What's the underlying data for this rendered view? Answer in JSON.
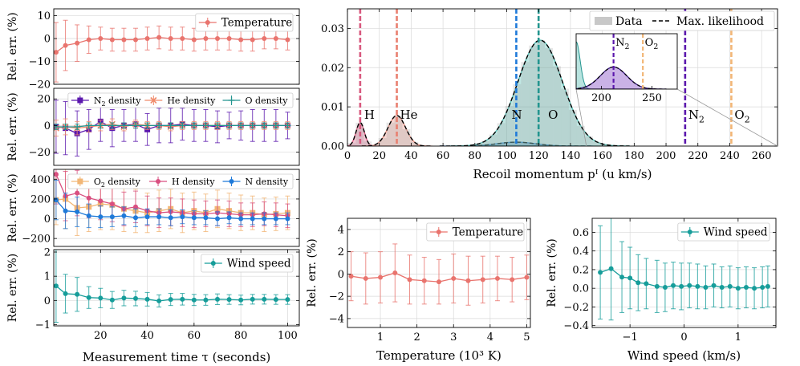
{
  "chart_data": [
    {
      "id": "left1",
      "type": "line",
      "ylabel": "Rel. err. (%)",
      "ylim": [
        -20,
        13
      ],
      "xlim": [
        0,
        105
      ],
      "yticks": [
        10,
        0,
        -10,
        -20
      ],
      "show_xticklabels": false,
      "legend_position": "top-right",
      "series": [
        {
          "name": "Temperature",
          "color": "#e9746e",
          "marker": "circle",
          "x": [
            1,
            5,
            10,
            15,
            20,
            25,
            30,
            35,
            40,
            45,
            50,
            55,
            60,
            65,
            70,
            75,
            80,
            85,
            90,
            95,
            100
          ],
          "y": [
            -6,
            -3,
            -2,
            -0.5,
            0,
            -0.5,
            -0.5,
            -0.5,
            0,
            0.5,
            0,
            0,
            -0.5,
            0,
            0,
            0,
            -0.5,
            -0.5,
            0,
            0,
            -0.5
          ],
          "err": [
            13,
            11,
            8,
            6,
            5,
            5,
            5,
            5,
            5,
            5,
            5,
            5,
            5,
            5,
            5,
            5,
            5,
            5,
            4.5,
            4.5,
            4.5
          ]
        }
      ]
    },
    {
      "id": "left2",
      "type": "line",
      "ylabel": "Rel. err. (%)",
      "ylim": [
        -30,
        28
      ],
      "xlim": [
        0,
        105
      ],
      "yticks": [
        20,
        0,
        -20
      ],
      "show_xticklabels": false,
      "legend_position": "top-right",
      "series": [
        {
          "name": "N2 density",
          "label_base": "N",
          "label_sub": "2",
          "label_rest": " density",
          "color": "#5b17ad",
          "marker": "square",
          "x": [
            1,
            5,
            10,
            15,
            20,
            25,
            30,
            35,
            40,
            45,
            50,
            55,
            60,
            65,
            70,
            75,
            80,
            85,
            90,
            95,
            100
          ],
          "y": [
            -1,
            -2,
            -6,
            -3,
            3,
            -2,
            0,
            1,
            -3,
            0,
            0,
            1,
            0,
            0,
            -1,
            0,
            0,
            0,
            0,
            0,
            0
          ],
          "err": [
            20,
            20,
            17,
            15,
            15,
            14,
            12,
            13,
            12,
            13,
            13,
            12,
            12,
            12,
            12,
            10,
            11,
            12,
            12,
            12,
            10
          ]
        },
        {
          "name": "He density",
          "label_base": "He density",
          "color": "#f08a6a",
          "marker": "cross",
          "x": [
            1,
            5,
            10,
            15,
            20,
            25,
            30,
            35,
            40,
            45,
            50,
            55,
            60,
            65,
            70,
            75,
            80,
            85,
            90,
            95,
            100
          ],
          "y": [
            -2,
            -1,
            -2,
            -1,
            0,
            1,
            -1,
            1,
            0,
            0,
            -1,
            0,
            0,
            0,
            0,
            0,
            0,
            0,
            0,
            0,
            0
          ],
          "err": [
            6,
            6,
            5,
            4,
            4,
            4,
            3,
            3,
            3,
            3,
            3,
            3,
            3,
            3,
            3,
            3,
            3,
            3,
            3,
            3,
            3
          ]
        },
        {
          "name": "O density",
          "label_base": "O density",
          "color": "#23958f",
          "marker": "plus",
          "x": [
            1,
            5,
            10,
            15,
            20,
            25,
            30,
            35,
            40,
            45,
            50,
            55,
            60,
            65,
            70,
            75,
            80,
            85,
            90,
            95,
            100
          ],
          "y": [
            -1,
            -1,
            -1,
            0,
            0,
            0,
            0,
            0,
            0,
            0,
            0,
            0,
            0,
            0,
            0,
            0,
            0,
            0,
            0,
            0,
            0
          ],
          "err": [
            2,
            2,
            2,
            2,
            2,
            2,
            2,
            2,
            2,
            2,
            2,
            2,
            2,
            2,
            2,
            2,
            2,
            2,
            2,
            2,
            2
          ]
        }
      ]
    },
    {
      "id": "left3",
      "type": "line",
      "ylabel": "Rel. err. (%)",
      "ylim": [
        -280,
        500
      ],
      "xlim": [
        0,
        105
      ],
      "yticks": [
        400,
        200,
        0,
        -200
      ],
      "show_xticklabels": false,
      "legend_position": "top-right",
      "series": [
        {
          "name": "O2 density",
          "label_base": "O",
          "label_sub": "2",
          "label_rest": "  density",
          "color": "#f2b676",
          "marker": "square",
          "x": [
            1,
            5,
            10,
            15,
            20,
            25,
            30,
            35,
            40,
            45,
            50,
            55,
            60,
            65,
            70,
            75,
            80,
            85,
            90,
            95,
            100
          ],
          "y": [
            190,
            200,
            110,
            120,
            150,
            140,
            100,
            80,
            60,
            80,
            100,
            60,
            80,
            60,
            100,
            80,
            60,
            60,
            40,
            50,
            60
          ],
          "err": [
            250,
            300,
            280,
            250,
            260,
            250,
            230,
            220,
            200,
            210,
            200,
            200,
            190,
            190,
            190,
            180,
            180,
            170,
            170,
            170,
            170
          ]
        },
        {
          "name": "H density",
          "label_base": "H density",
          "color": "#d94f80",
          "marker": "circle",
          "x": [
            1,
            5,
            10,
            15,
            20,
            25,
            30,
            35,
            40,
            45,
            50,
            55,
            60,
            65,
            70,
            75,
            80,
            85,
            90,
            95,
            100
          ],
          "y": [
            450,
            230,
            260,
            210,
            180,
            150,
            100,
            120,
            80,
            60,
            70,
            60,
            50,
            50,
            60,
            50,
            40,
            40,
            50,
            40,
            30
          ],
          "err": [
            300,
            250,
            230,
            200,
            190,
            180,
            170,
            160,
            150,
            150,
            140,
            140,
            140,
            130,
            130,
            130,
            120,
            120,
            120,
            120,
            120
          ]
        },
        {
          "name": "N density",
          "label_base": "N density",
          "color": "#1f7ad9",
          "marker": "circle",
          "x": [
            1,
            5,
            10,
            15,
            20,
            25,
            30,
            35,
            40,
            45,
            50,
            55,
            60,
            65,
            70,
            75,
            80,
            85,
            90,
            95,
            100
          ],
          "y": [
            190,
            80,
            70,
            30,
            20,
            20,
            30,
            10,
            20,
            20,
            10,
            20,
            10,
            10,
            0,
            10,
            0,
            0,
            0,
            0,
            0
          ],
          "err": [
            200,
            180,
            150,
            120,
            110,
            100,
            90,
            90,
            80,
            80,
            80,
            70,
            70,
            70,
            70,
            60,
            60,
            60,
            60,
            60,
            60
          ]
        }
      ]
    },
    {
      "id": "left4",
      "type": "line",
      "ylabel": "Rel. err. (%)",
      "xlabel": "Measurement time τ (seconds)",
      "ylim": [
        -1.05,
        2.1
      ],
      "xlim": [
        0,
        105
      ],
      "yticks": [
        2,
        1,
        0,
        -1
      ],
      "xticks": [
        20,
        40,
        60,
        80,
        100
      ],
      "show_xticklabels": true,
      "legend_position": "top-right",
      "series": [
        {
          "name": "Wind speed",
          "color": "#169d9a",
          "marker": "circle",
          "x": [
            1,
            5,
            10,
            15,
            20,
            25,
            30,
            35,
            40,
            45,
            50,
            55,
            60,
            65,
            70,
            75,
            80,
            85,
            90,
            95,
            100
          ],
          "y": [
            0.6,
            0.28,
            0.25,
            0.12,
            0.1,
            0.02,
            0.1,
            0.08,
            0.05,
            -0.02,
            0.04,
            0.05,
            0.02,
            0.02,
            0.05,
            0.04,
            0.02,
            0.05,
            0.05,
            0.04,
            0.04
          ],
          "err": [
            1.5,
            0.8,
            0.7,
            0.45,
            0.4,
            0.35,
            0.32,
            0.3,
            0.28,
            0.25,
            0.25,
            0.24,
            0.23,
            0.22,
            0.22,
            0.2,
            0.2,
            0.2,
            0.2,
            0.2,
            0.2
          ]
        }
      ]
    },
    {
      "id": "main",
      "type": "area",
      "xlabel": "Recoil momentum p_I (u km/s)",
      "xlim": [
        0,
        270
      ],
      "ylim": [
        0,
        0.035
      ],
      "xticks": [
        0,
        20,
        40,
        60,
        80,
        100,
        120,
        140,
        160,
        180,
        200,
        220,
        240,
        260
      ],
      "yticks": [
        0.0,
        0.01,
        0.02,
        0.03
      ],
      "legend_position": "top-right",
      "legend": [
        "Data",
        "Max. likelihood"
      ],
      "peaks": [
        {
          "label": "H",
          "center": 8,
          "sigma": 2.6,
          "height": 0.006,
          "color": "#d8587e"
        },
        {
          "label": "He",
          "center": 31,
          "sigma": 5.5,
          "height": 0.0078,
          "color": "#e89080"
        },
        {
          "label": "N",
          "center": 106,
          "sigma": 12,
          "height": 0.001,
          "color": "#1f7ad9"
        },
        {
          "label": "O",
          "center": 121,
          "sigma": 14,
          "height": 0.027,
          "color": "#4dbab0"
        }
      ],
      "vlines": [
        {
          "x": 8,
          "color": "#d8587e"
        },
        {
          "x": 31,
          "color": "#e98070"
        },
        {
          "x": 106,
          "color": "#1f7ad9"
        },
        {
          "x": 120,
          "color": "#23958f"
        },
        {
          "x": 212,
          "color": "#5b17ad"
        },
        {
          "x": 241,
          "color": "#f2b676"
        }
      ],
      "labels": [
        {
          "text": "H",
          "x": 9.5
        },
        {
          "text": "He",
          "x": 32
        },
        {
          "text": "N",
          "x": 102
        },
        {
          "text": "O",
          "x": 125
        },
        {
          "text": "N",
          "sub": "2",
          "x": 213
        },
        {
          "text": "O",
          "sub": "2",
          "x": 242
        }
      ],
      "inset": {
        "xlim": [
          175,
          275
        ],
        "xticks": [
          200,
          250
        ],
        "peak": {
          "label": "N2",
          "center": 212,
          "sigma": 13,
          "color": "#8a55c8"
        },
        "vlines": [
          {
            "x": 212,
            "color": "#5b17ad"
          },
          {
            "x": 241,
            "color": "#f2b676"
          }
        ],
        "labels": [
          {
            "text": "N",
            "sub": "2",
            "x": 214
          },
          {
            "text": "O",
            "sub": "2",
            "x": 243
          }
        ]
      }
    },
    {
      "id": "bottom_mid",
      "type": "line",
      "ylabel": "Rel. err. (%)",
      "xlabel": "Temperature (10³ K)",
      "xlim": [
        0.1,
        5.1
      ],
      "ylim": [
        -4.8,
        5
      ],
      "xticks": [
        1,
        2,
        3,
        4,
        5
      ],
      "yticks": [
        4,
        2,
        0,
        -2,
        -4
      ],
      "legend_position": "top-right",
      "series": [
        {
          "name": "Temperature",
          "color": "#e9746e",
          "marker": "circle",
          "x": [
            0.2,
            0.6,
            1.0,
            1.4,
            1.8,
            2.2,
            2.6,
            3.0,
            3.4,
            3.8,
            4.2,
            4.6,
            5.0
          ],
          "y": [
            -0.2,
            -0.4,
            -0.3,
            0.1,
            -0.5,
            -0.6,
            -0.7,
            -0.4,
            -0.6,
            -0.5,
            -0.4,
            -0.5,
            -0.3
          ],
          "err": [
            2.2,
            2.3,
            2.3,
            2.6,
            2.2,
            2.1,
            2.0,
            2.2,
            2.2,
            2.1,
            2.0,
            2.0,
            2.0
          ]
        }
      ]
    },
    {
      "id": "bottom_right",
      "type": "line",
      "ylabel": "Rel. err. (%)",
      "xlabel": "Wind speed (km/s)",
      "xlim": [
        -1.7,
        1.7
      ],
      "ylim": [
        -0.42,
        0.75
      ],
      "xticks": [
        -1,
        0,
        1
      ],
      "yticks": [
        0.6,
        0.4,
        0.2,
        0.0,
        -0.2,
        -0.4
      ],
      "legend_position": "top-right",
      "series": [
        {
          "name": "Wind speed",
          "color": "#169d9a",
          "marker": "circle",
          "x": [
            -1.55,
            -1.35,
            -1.15,
            -1.0,
            -0.85,
            -0.7,
            -0.5,
            -0.35,
            -0.2,
            -0.05,
            0.1,
            0.25,
            0.4,
            0.55,
            0.7,
            0.85,
            1.0,
            1.15,
            1.3,
            1.45,
            1.55
          ],
          "y": [
            0.17,
            0.21,
            0.12,
            0.11,
            0.06,
            0.05,
            0.02,
            0.01,
            0.03,
            0.02,
            0.03,
            0.02,
            0.01,
            0.03,
            0.01,
            0.02,
            0.0,
            0.01,
            0.0,
            0.01,
            0.02
          ],
          "err": [
            0.5,
            0.55,
            0.38,
            0.33,
            0.3,
            0.27,
            0.28,
            0.26,
            0.25,
            0.25,
            0.24,
            0.24,
            0.23,
            0.23,
            0.22,
            0.22,
            0.22,
            0.22,
            0.22,
            0.22,
            0.22
          ]
        }
      ]
    }
  ]
}
